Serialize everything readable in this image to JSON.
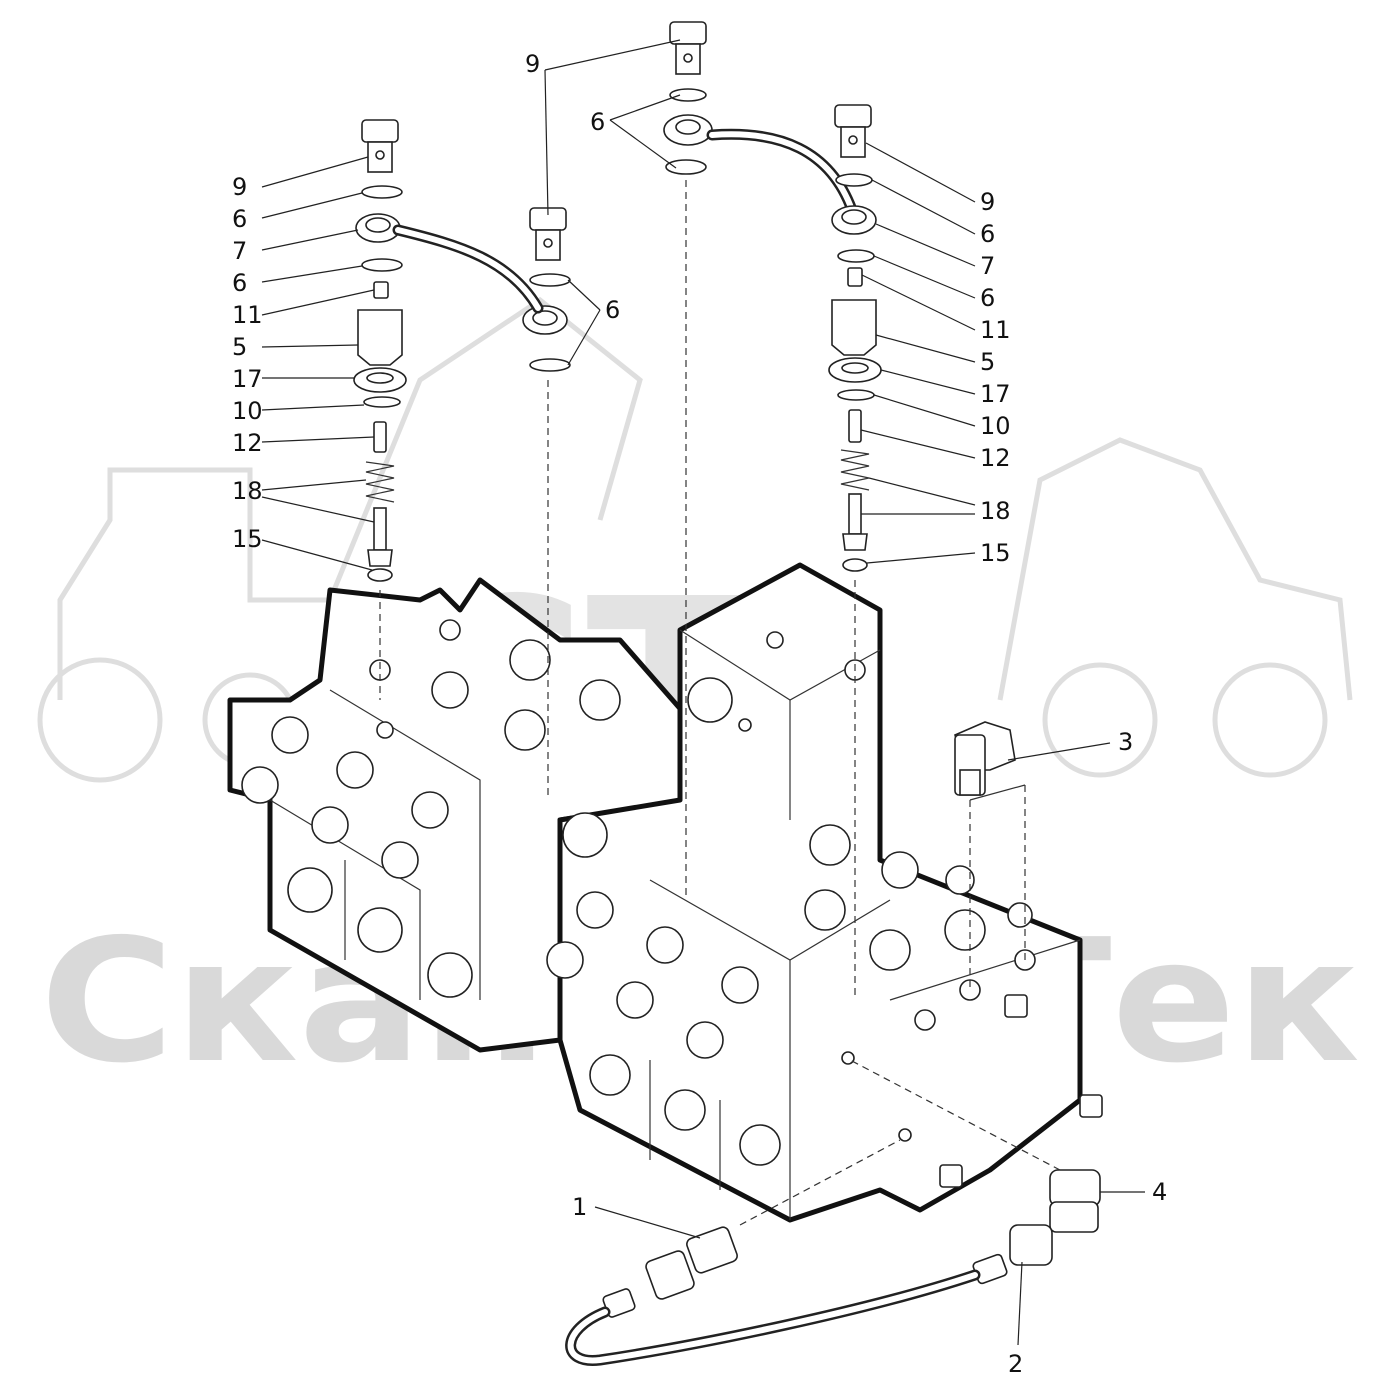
{
  "watermark": {
    "brand": "СканфорТек",
    "logo_letters": "СТ",
    "color": "#d9d9d9"
  },
  "colors": {
    "line": "#111111",
    "background": "#ffffff"
  },
  "callouts": {
    "c1": "1",
    "c2": "2",
    "c3": "3",
    "c4": "4",
    "c5": "5",
    "c6": "6",
    "c7": "7",
    "c9": "9",
    "c10": "10",
    "c11": "11",
    "c12": "12",
    "c15": "15",
    "c17": "17",
    "c18": "18"
  }
}
